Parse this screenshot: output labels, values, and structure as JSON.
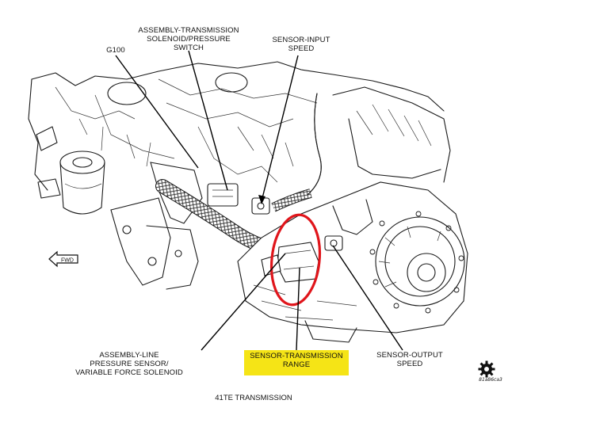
{
  "labels": {
    "g100": "G100",
    "solenoid_lines": [
      "ASSEMBLY-TRANSMISSION",
      "SOLENOID/PRESSURE",
      "SWITCH"
    ],
    "input_lines": [
      "SENSOR-INPUT",
      "SPEED"
    ],
    "line_pressure_lines": [
      "ASSEMBLY-LINE",
      "PRESSURE SENSOR/",
      "VARIABLE FORCE SOLENOID"
    ],
    "range_lines": [
      "SENSOR-TRANSMISSION",
      "RANGE"
    ],
    "output_lines": [
      "SENSOR-OUTPUT",
      "SPEED"
    ]
  },
  "caption": "41TE TRANSMISSION",
  "fwd_arrow": "FWD",
  "figure_code": "81a86ca3",
  "colors": {
    "highlight_box": "#f5e416",
    "callout_ring": "#e0151b",
    "line_art": "#1a1a1a"
  }
}
